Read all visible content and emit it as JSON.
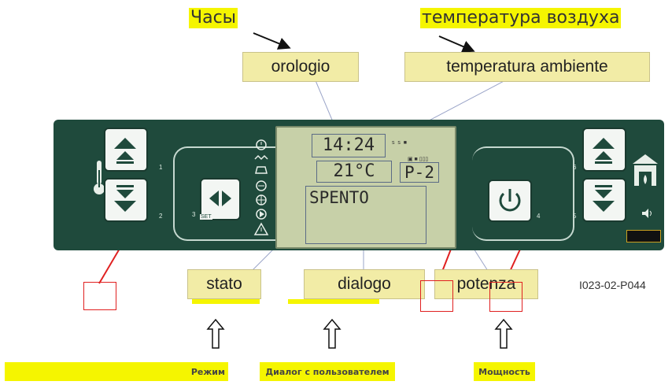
{
  "top_labels": {
    "clock_ru": "Часы",
    "temp_ru": "температура воздуха"
  },
  "tags": {
    "orologio": "orologio",
    "temperatura": "temperatura ambiente",
    "stato": "stato",
    "dialogo": "dialogo",
    "potenza": "potenza"
  },
  "display": {
    "time": "14:24",
    "temperature": "21°C",
    "power_level": "P-2",
    "status": "SPENTO"
  },
  "button_numbers": {
    "b1": "1",
    "b2": "2",
    "b3": "3",
    "b4": "4",
    "b5": "5",
    "b6": "6"
  },
  "set_label": "SET",
  "code": "I023-02-P044",
  "bottom_labels": {
    "mode": "Режим",
    "dialog": "Диалог с пользователем",
    "power": "Мощность"
  },
  "colors": {
    "panel": "#1f4a3c",
    "highlight": "#f5f500",
    "red_marker": "#e02020"
  },
  "icons": [
    "thermometer-icon",
    "arrow-up-double-icon",
    "arrow-down-double-icon",
    "left-right-arrow-icon",
    "power-icon",
    "fireplace-icon",
    "speaker-icon",
    "hollow-up-arrow-icon"
  ]
}
